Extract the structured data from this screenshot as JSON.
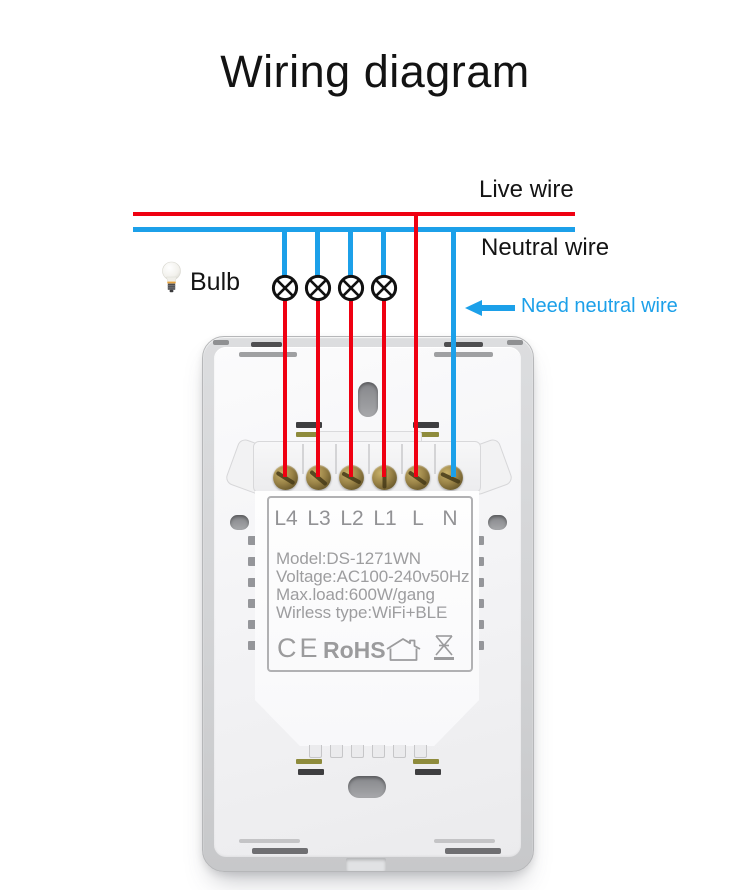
{
  "title": "Wiring diagram",
  "colors": {
    "live": "#ef0011",
    "neutral": "#1ca0e9",
    "device_text": "#9b9b9d"
  },
  "labels": {
    "live_wire": "Live wire",
    "neutral_wire": "Neutral wire",
    "need_neutral": "Need neutral wire",
    "bulb": "Bulb"
  },
  "device": {
    "terminals": [
      "L4",
      "L3",
      "L2",
      "L1",
      "L",
      "N"
    ],
    "specs": [
      "Model:DS-1271WN",
      "Voltage:AC100-240v50Hz",
      "Max.load:600W/gang",
      "Wirless type:WiFi+BLE"
    ],
    "certifications": {
      "ce": "CE",
      "rohs": "RoHS"
    }
  }
}
